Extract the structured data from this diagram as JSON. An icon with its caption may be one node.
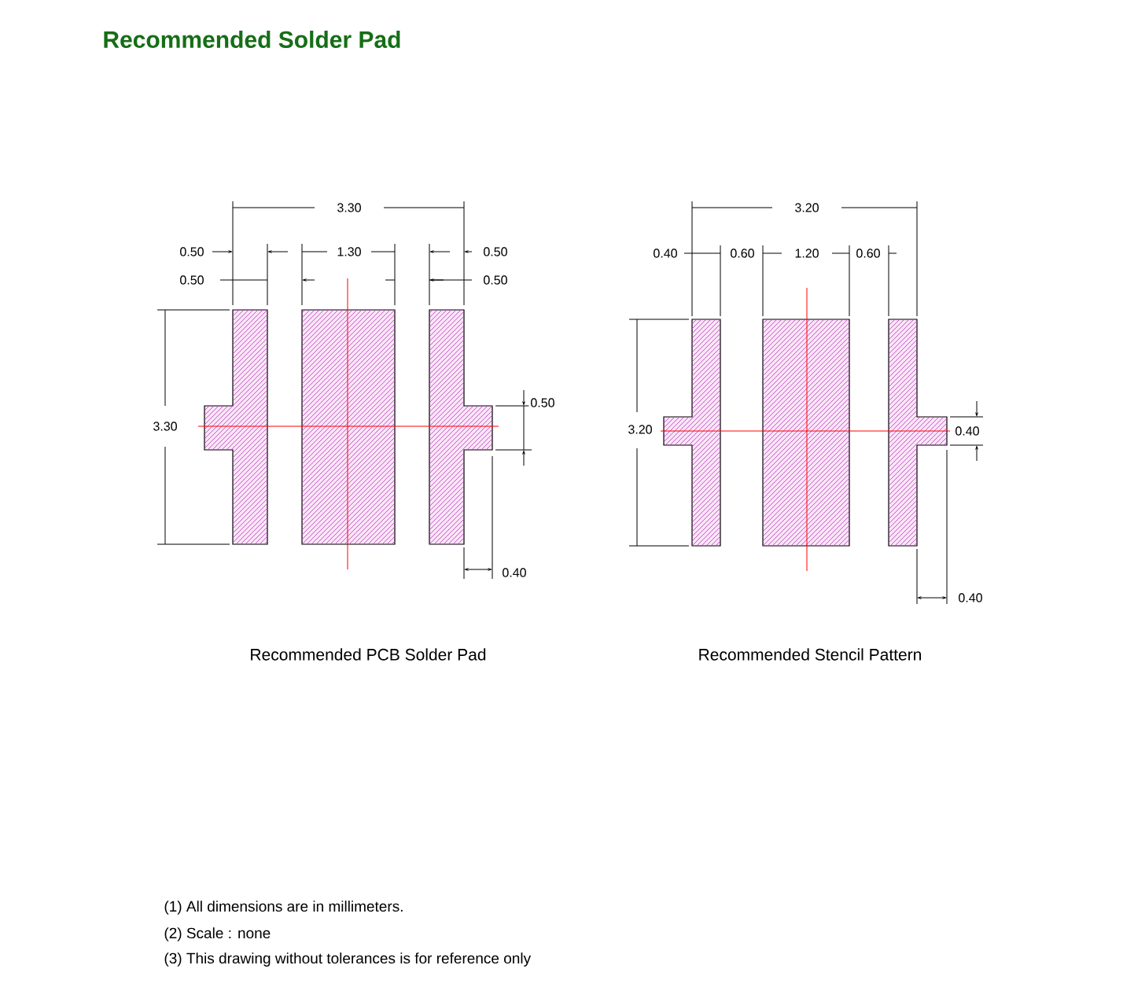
{
  "diagram": {
    "title": "Recommended Solder Pad",
    "labels": [
      "3.30",
      "3.20",
      "0.50",
      "1.30",
      "0.50",
      "0.40",
      "0.60",
      "1.20",
      "0.60",
      "0.50",
      "0.50",
      "0.50",
      "3.30",
      "3.20",
      "0.40",
      "0.40",
      "0.40",
      "Recommended PCB Solder Pad",
      "Recommended Stencil Pattern",
      "(1) All dimensions are in millimeters.",
      "(2) Scale :  none",
      "(3) This drawing without tolerances is for reference only"
    ]
  }
}
